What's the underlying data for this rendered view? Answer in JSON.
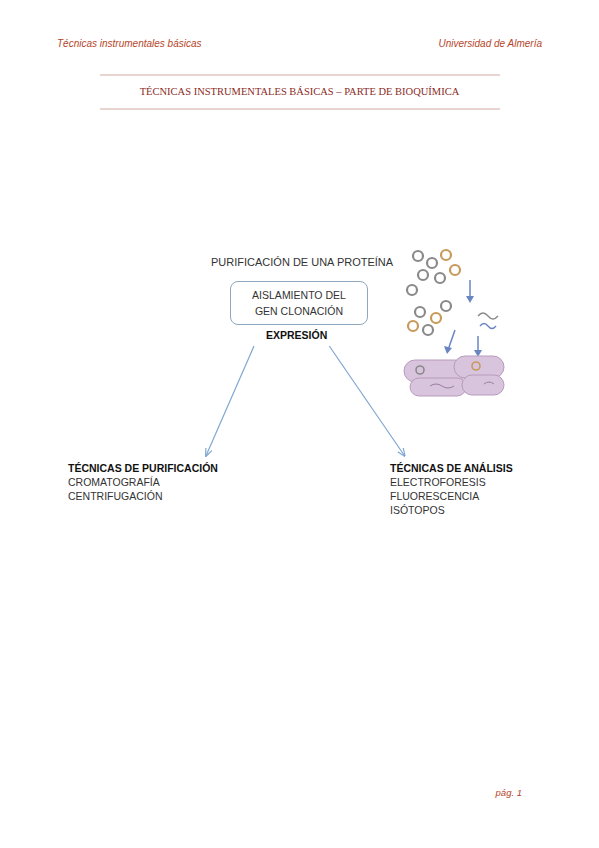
{
  "diagram": {
    "title": "TÉCNICAS INSTRUMENTALES BÁSICAS – PARTE DE BIOQUÍMICA",
    "nodes": [
      {
        "text": [
          "AISLAMIENTO DEL GEN CLONACIÓN"
        ]
      },
      {
        "text": [
          "EXPRESIÓN"
        ]
      },
      {
        "text": [
          "TÉCNICAS DE PURIFICACIÓN",
          "CROMATOGRAFÍA",
          "CENTRIFUGACIÓN"
        ]
      },
      {
        "text": [
          "TÉCNICAS DE ANÁLISIS",
          "ELECTROFORESIS",
          "FLUORESCENCIA",
          "ISÓTOPOS"
        ]
      }
    ],
    "edges": [
      {
        "from": 1,
        "to": 2,
        "arrow": "to"
      },
      {
        "from": 1,
        "to": 3,
        "arrow": "to"
      }
    ],
    "labels": [
      "Técnicas instrumentales básicas",
      "Universidad de Almería",
      "PURIFICACIÓN DE UNA PROTEÍNA",
      "pág. 1"
    ]
  }
}
